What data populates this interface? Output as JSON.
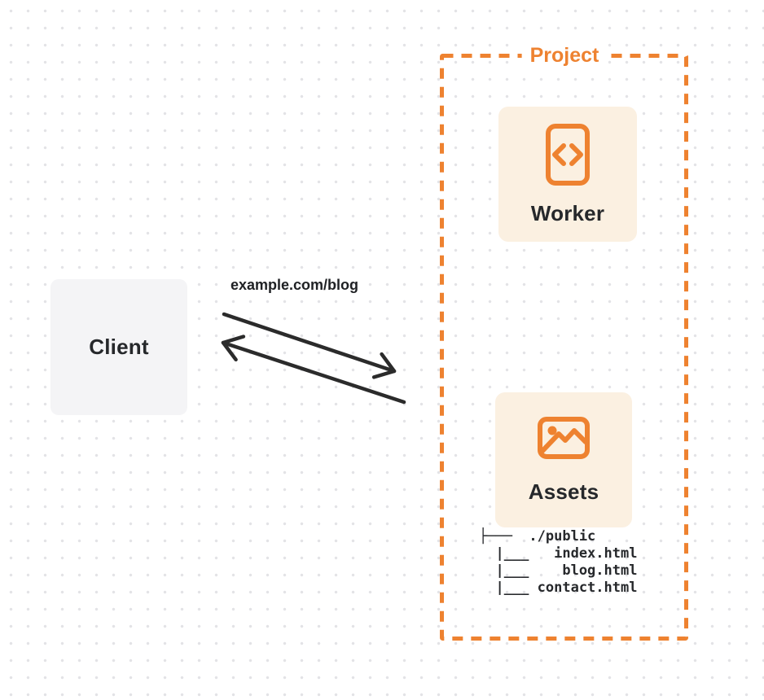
{
  "colors": {
    "accent": "#EE8230",
    "card_cream": "#FBF0E1",
    "card_gray": "#F4F4F6",
    "ink": "#26282B",
    "arrow": "#2B2B2B",
    "dot": "#E3E3E6"
  },
  "client_card": {
    "label": "Client"
  },
  "request": {
    "url_label": "example.com/blog"
  },
  "project": {
    "label": "Project",
    "worker_card": {
      "label": "Worker",
      "icon": "code-file-icon"
    },
    "assets_card": {
      "label": "Assets",
      "icon": "image-icon"
    },
    "file_tree_lines": [
      "├───  ./public",
      "  |___   index.html",
      "  |___    blog.html",
      "  |___ contact.html"
    ]
  }
}
